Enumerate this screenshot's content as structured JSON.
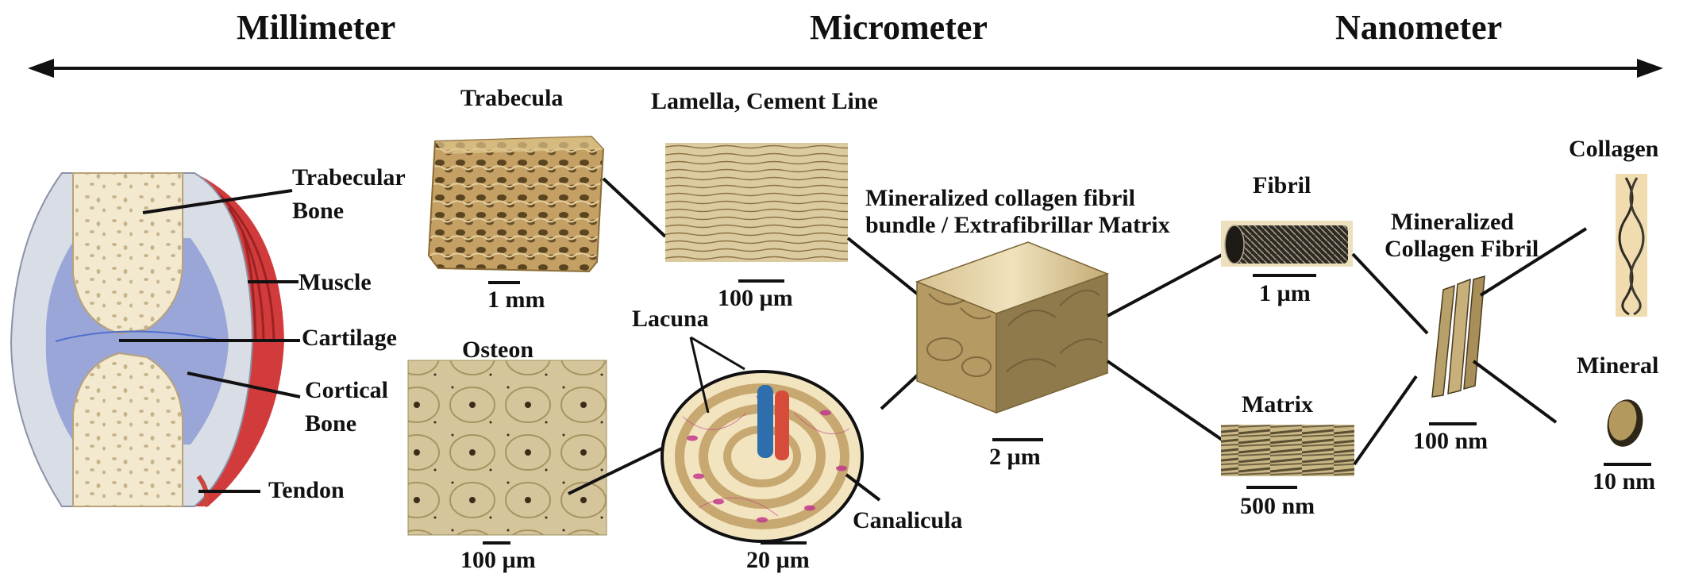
{
  "scale_headers": {
    "millimeter": "Millimeter",
    "micrometer": "Micrometer",
    "nanometer": "Nanometer"
  },
  "joint": {
    "trabecular_bone": [
      "Trabecular",
      "Bone"
    ],
    "muscle": "Muscle",
    "cartilage": "Cartilage",
    "cortical_bone": [
      "Cortical",
      "Bone"
    ],
    "tendon": "Tendon"
  },
  "images": {
    "trabecula": {
      "title": "Trabecula",
      "scale": "1 mm"
    },
    "lamella": {
      "title": "Lamella, Cement Line",
      "scale": "100 µm"
    },
    "osteon": {
      "title": "Osteon",
      "scale": "100 µm"
    },
    "osteon_diagram": {
      "lacuna": "Lacuna",
      "canalicula": "Canalicula",
      "scale": "20 µm"
    },
    "fibril_bundle": {
      "title": [
        "Mineralized collagen fibril",
        "bundle / Extrafibrillar Matrix"
      ],
      "scale": "2 µm"
    },
    "fibril": {
      "title": "Fibril",
      "scale": "1 µm"
    },
    "matrix": {
      "title": "Matrix",
      "scale": "500 nm"
    },
    "mineralized_fibril": {
      "title": [
        "Mineralized",
        "Collagen Fibril"
      ],
      "scale": "100 nm"
    },
    "collagen": {
      "title": "Collagen"
    },
    "mineral": {
      "title": "Mineral",
      "scale": "10 nm"
    }
  },
  "colors": {
    "bone": "#f3e9cf",
    "cartilage": "#9aa6d8",
    "muscle": "#d23b3b",
    "tissue": "#c9a76a",
    "text": "#111111"
  }
}
